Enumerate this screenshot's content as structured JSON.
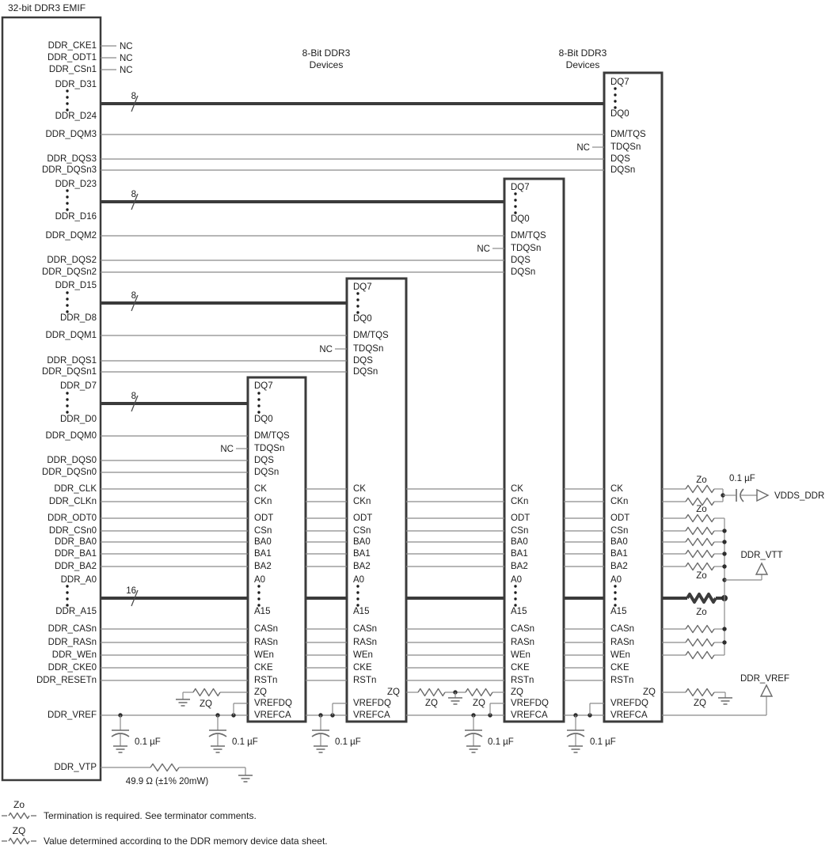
{
  "title": "32-bit DDR3 EMIF",
  "group_labels": [
    {
      "line1": "8-Bit DDR3",
      "line2": "Devices"
    },
    {
      "line1": "8-Bit DDR3",
      "line2": "Devices"
    }
  ],
  "emif_pins": [
    "DDR_CKE1",
    "DDR_ODT1",
    "DDR_CSn1",
    "DDR_D31",
    "DDR_D24",
    "DDR_DQM3",
    "DDR_DQS3",
    "DDR_DQSn3",
    "DDR_D23",
    "DDR_D16",
    "DDR_DQM2",
    "DDR_DQS2",
    "DDR_DQSn2",
    "DDR_D15",
    "DDR_D8",
    "DDR_DQM1",
    "DDR_DQS1",
    "DDR_DQSn1",
    "DDR_D7",
    "DDR_D0",
    "DDR_DQM0",
    "DDR_DQS0",
    "DDR_DQSn0",
    "DDR_CLK",
    "DDR_CLKn",
    "DDR_ODT0",
    "DDR_CSn0",
    "DDR_BA0",
    "DDR_BA1",
    "DDR_BA2",
    "DDR_A0",
    "DDR_A15",
    "DDR_CASn",
    "DDR_RASn",
    "DDR_WEn",
    "DDR_CKE0",
    "DDR_RESETn",
    "DDR_VREF",
    "DDR_VTP"
  ],
  "byte_pins": [
    "DQ7",
    "DQ0",
    "DM/TQS",
    "TDQSn",
    "DQS",
    "DQSn"
  ],
  "common_pins": [
    "CK",
    "CKn",
    "ODT",
    "CSn",
    "BA0",
    "BA1",
    "BA2",
    "A0",
    "A15",
    "CASn",
    "RASn",
    "WEn",
    "CKE",
    "RSTn",
    "ZQ",
    "VREFDQ",
    "VREFCA"
  ],
  "bus_widths": {
    "data": "8",
    "addr": "16"
  },
  "labels": {
    "nc": "NC",
    "zo": "Zo",
    "zq": "ZQ",
    "cap_value": "0.1 µF",
    "vtp_resistor": "49.9 Ω (±1% 20mW)",
    "vdds": "VDDS_DDR",
    "vtt": "DDR_VTT",
    "vref": "DDR_VREF"
  },
  "legend": [
    {
      "symbol": "Zo",
      "text": "Termination is required. See terminator comments."
    },
    {
      "symbol": "ZQ",
      "text": "Value determined according to the DDR memory device data sheet."
    }
  ]
}
